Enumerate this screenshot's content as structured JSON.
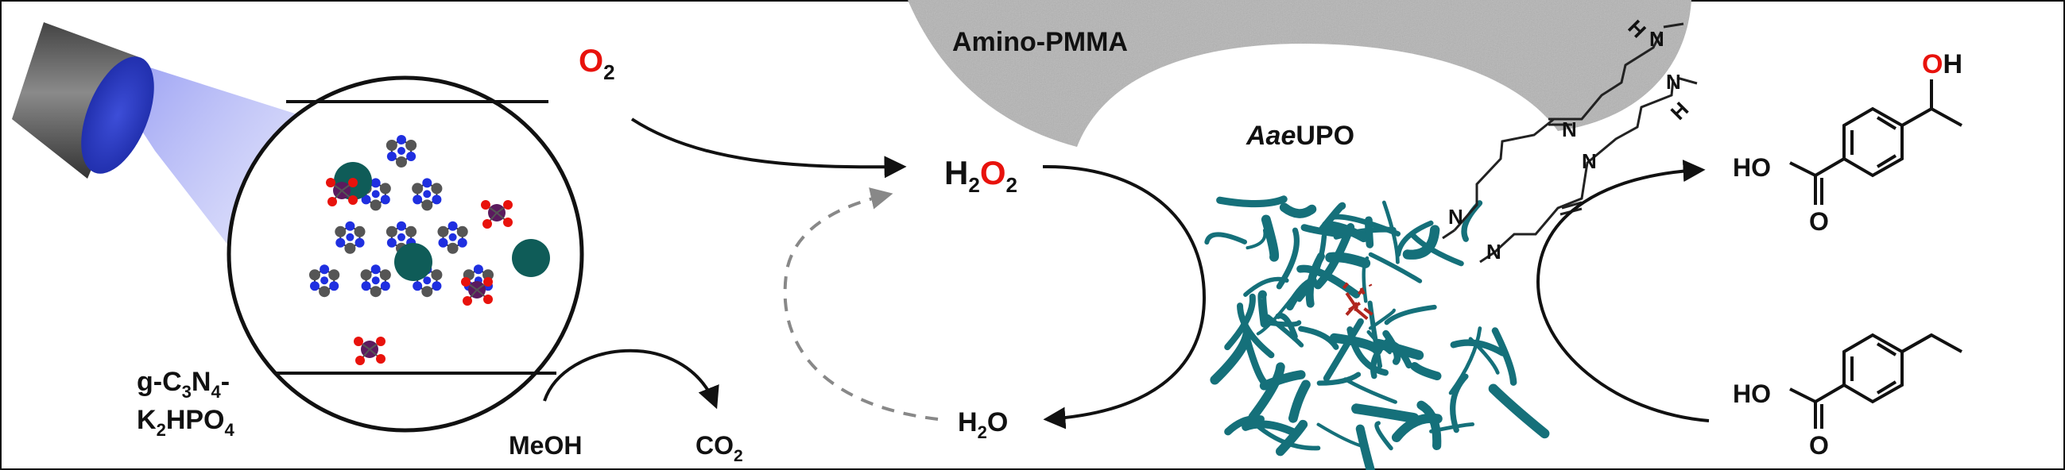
{
  "labels": {
    "o2": "O",
    "o2_sub": "2",
    "h2o2_h": "H",
    "h2o2_sub1": "2",
    "h2o2_o": "O",
    "h2o2_sub2": "2",
    "h2o": "H",
    "h2o_sub": "2",
    "h2o_o": "O",
    "catalyst_line1_a": "g-C",
    "catalyst_line1_b": "3",
    "catalyst_line1_c": "N",
    "catalyst_line1_d": "4",
    "catalyst_line1_e": "-",
    "catalyst_line2_a": "K",
    "catalyst_line2_b": "2",
    "catalyst_line2_c": "HPO",
    "catalyst_line2_d": "4",
    "methanol": "MeOH",
    "co2": "CO",
    "co2_sub": "2",
    "support": "Amino-PMMA",
    "enzyme_italic": "Aae",
    "enzyme_rest": "UPO",
    "product_oh_o": "O",
    "product_oh_h": "H",
    "product_acid": "HO",
    "product_carbonyl": "O",
    "substrate_acid": "HO",
    "substrate_carbonyl": "O",
    "linker_n": "N",
    "linker_h": "H"
  },
  "colors": {
    "oxygen_red": "#e8120c",
    "enzyme_teal": "#15707a",
    "heme_red": "#b0261e",
    "nitrogen_blue": "#1f2fe0",
    "carbon_gray": "#555555",
    "potassium_teal": "#0f5c58",
    "phosphorus_purple": "#5b1a5e",
    "support_gray": "#b4b4b4"
  }
}
